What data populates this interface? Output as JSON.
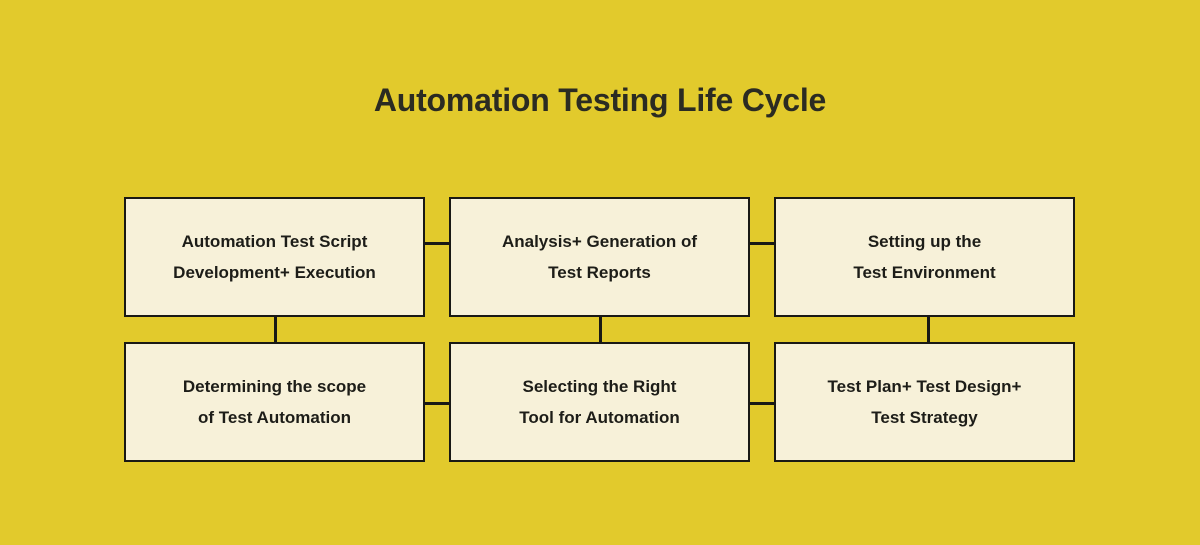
{
  "diagram": {
    "title": "Automation Testing Life Cycle",
    "background_color": "#e2ca2c",
    "box_fill_color": "#f7f1d9",
    "box_border_color": "#191915",
    "text_color": "#1d1d18",
    "title_color": "#2b2b22",
    "type": "flowchart",
    "layout": "2 rows x 3 columns",
    "nodes": [
      {
        "id": "automation-test-script-development-execution",
        "label": "Automation Test Script\nDevelopment+ Execution",
        "line1": "Automation Test Script",
        "line2": "Development+ Execution",
        "row": 1,
        "column": 1
      },
      {
        "id": "analysis-generation-of-test-reports",
        "label": "Analysis+ Generation of\nTest Reports",
        "line1": "Analysis+ Generation of",
        "line2": "Test Reports",
        "row": 1,
        "column": 2
      },
      {
        "id": "setting-up-the-test-environment",
        "label": "Setting up the\nTest Environment",
        "line1": "Setting up the",
        "line2": "Test Environment",
        "row": 1,
        "column": 3
      },
      {
        "id": "determining-the-scope-of-test-automation",
        "label": "Determining the scope\nof Test Automation",
        "line1": "Determining the scope",
        "line2": "of Test Automation",
        "row": 2,
        "column": 1
      },
      {
        "id": "selecting-the-right-tool-for-automation",
        "label": "Selecting the Right\nTool for Automation",
        "line1": "Selecting the Right",
        "line2": "Tool for Automation",
        "row": 2,
        "column": 2
      },
      {
        "id": "test-plan-test-design-test-strategy",
        "label": "Test Plan+ Test Design+\nTest Strategy",
        "line1": "Test Plan+ Test Design+",
        "line2": "Test Strategy",
        "row": 2,
        "column": 3
      }
    ],
    "connectors": [
      {
        "id": "link-row1-col1-col2",
        "orientation": "horizontal"
      },
      {
        "id": "link-row1-col2-col3",
        "orientation": "horizontal"
      },
      {
        "id": "link-row2-col1-col2",
        "orientation": "horizontal"
      },
      {
        "id": "link-row2-col2-col3",
        "orientation": "horizontal"
      },
      {
        "id": "link-col1-row1-row2",
        "orientation": "vertical"
      },
      {
        "id": "link-col2-row1-row2",
        "orientation": "vertical"
      },
      {
        "id": "link-col3-row1-row2",
        "orientation": "vertical"
      }
    ]
  }
}
